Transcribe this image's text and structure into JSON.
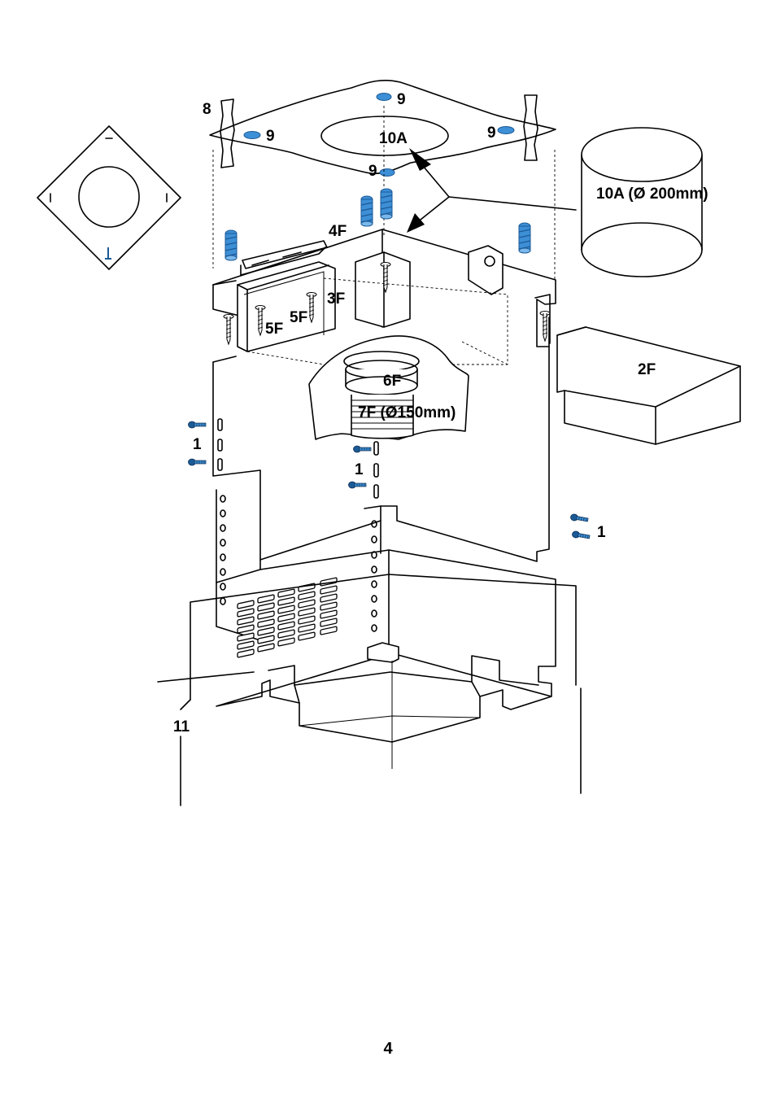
{
  "labels": {
    "label_8": "8",
    "label_9": "9",
    "label_10a": "10A",
    "label_10a_duct": "10A (Ø 200mm)",
    "label_4f": "4F",
    "label_3f": "3F",
    "label_5f": "5F",
    "label_2f": "2F",
    "label_6f": "6F",
    "label_7f": "7F (Ø150mm)",
    "label_1": "1",
    "label_11": "11"
  },
  "page_number": "4",
  "colors": {
    "stroke": "#000000",
    "fastener_blue": "#3d8fd6",
    "fastener_dark": "#1c5a96",
    "background": "#ffffff"
  }
}
